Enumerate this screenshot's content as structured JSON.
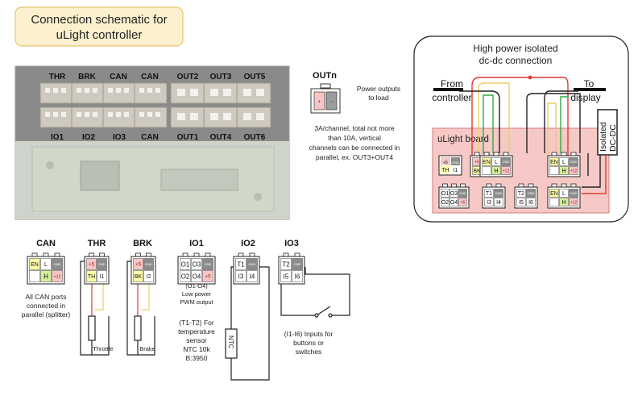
{
  "title": {
    "line1": "Connection schematic for",
    "line2": "uLight controller"
  },
  "photo": {
    "top_labels": [
      "THR",
      "BRK",
      "CAN",
      "CAN",
      "OUT2",
      "OUT3",
      "OUT5"
    ],
    "bottom_labels": [
      "IO1",
      "IO2",
      "IO3",
      "CAN",
      "OUT1",
      "OUT4",
      "OUT6"
    ]
  },
  "outn": {
    "title": "OUTn",
    "plus": "+",
    "minus": "-",
    "desc_lines": [
      "Power outputs",
      "to load"
    ],
    "note_lines": [
      "3A/channel, total not more",
      "than 10A, vertical",
      "channels can be connected in",
      "parallel, ex. OUT3+OUT4"
    ]
  },
  "isolated_panel": {
    "title_lines": [
      "High power isolated",
      "dc-dc connection"
    ],
    "from_lines": [
      "From",
      "controller"
    ],
    "to_lines": [
      "To",
      "display"
    ],
    "dcdc_lines": [
      "Isolated",
      "DC-DC"
    ],
    "board_label": "uLight board"
  },
  "pins": {
    "plus5": "+5",
    "gnd": "GND",
    "plus12": "+12",
    "th": "TH",
    "bk": "BK",
    "en": "EN",
    "l": "L",
    "h": "H",
    "i1": "I1",
    "i2": "I2",
    "i3": "I3",
    "i4": "I4",
    "i5": "I5",
    "i6": "I6",
    "o1": "O1",
    "o2": "O2",
    "o3": "O3",
    "o4": "O4",
    "t1": "T1",
    "t2": "T2"
  },
  "bottom": {
    "can": {
      "title": "CAN",
      "desc_lines": [
        "All CAN ports",
        "connected in",
        "parallel (splitter)"
      ]
    },
    "thr": {
      "title": "THR",
      "caption": "Throttle"
    },
    "brk": {
      "title": "BRK",
      "caption": "Brake"
    },
    "io1": {
      "title": "IO1",
      "pwm_lines": [
        "(O1-O4)",
        "Low power",
        "PWM output"
      ],
      "temp_lines": [
        "(T1-T2) For",
        "temperature",
        "sensor",
        "NTC 10k",
        "B:3950"
      ]
    },
    "io2": {
      "title": "IO2",
      "ntc": "NTC"
    },
    "io3": {
      "title": "IO3",
      "input_lines": [
        "(I1-I6) Inputs for",
        "buttons or",
        "switches"
      ]
    }
  },
  "colors": {
    "title_fill": "#fdf0cf",
    "title_stroke": "#e8c46a",
    "board_fill": "#f6c9c6",
    "board_stroke": "#d67b76",
    "pin_yellow": "#ffffa8",
    "pin_green": "#d4ee9a",
    "pin_red": "#f6c6c6",
    "pin_gray": "#8c8c8c",
    "wire_red": "#e23a33",
    "wire_yellow": "#e9cf68",
    "wire_green": "#34a843",
    "wire_dark": "#222222"
  }
}
